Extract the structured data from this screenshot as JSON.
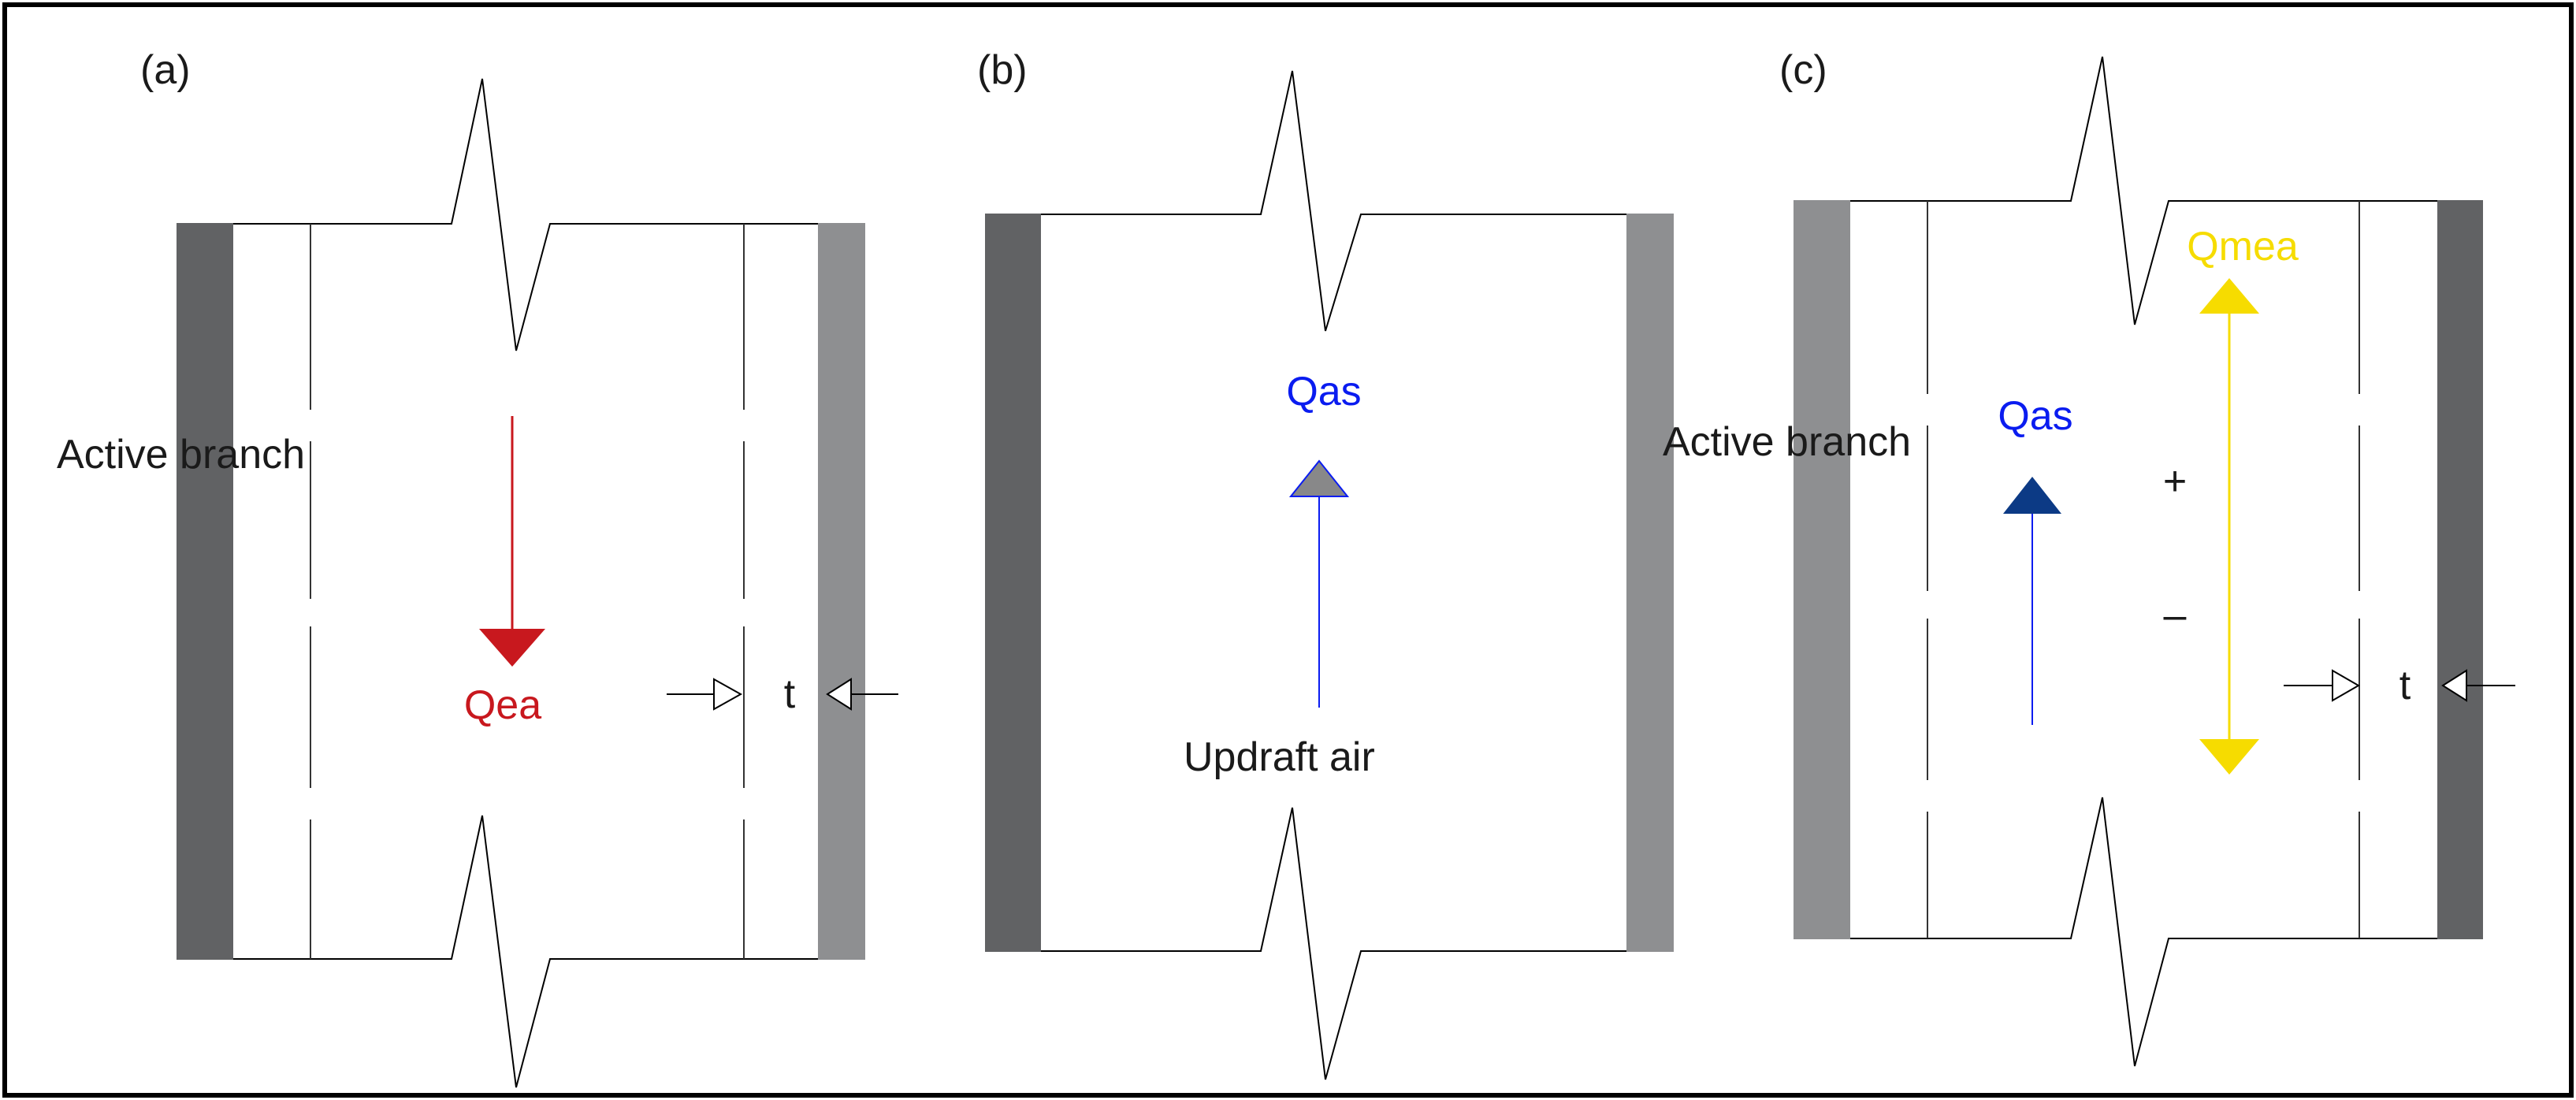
{
  "panels": [
    {
      "id": "a",
      "label": "(a)",
      "side_label": "Active branch",
      "flow_label": "Qea",
      "gap_label": "t"
    },
    {
      "id": "b",
      "label": "(b)",
      "flow_label": "Qas",
      "bottom_label": "Updraft air"
    },
    {
      "id": "c",
      "label": "(c)",
      "side_label": "Active branch",
      "flow_label_blue": "Qas",
      "flow_label_yellow": "Qmea",
      "plus_sign": "+",
      "minus_sign": "–",
      "gap_label": "t"
    }
  ],
  "colors": {
    "frame": "#000000",
    "wall_dark": "#616264",
    "wall_light": "#8e8f91",
    "red": "#c8181e",
    "blue": "#0a1cf0",
    "navy": "#0c3a85",
    "yellow": "#f6dc00",
    "text": "#1a1a1a"
  },
  "icons": {
    "flow_arrow": "arrow-head",
    "gap_marker": "dimension-arrow"
  }
}
